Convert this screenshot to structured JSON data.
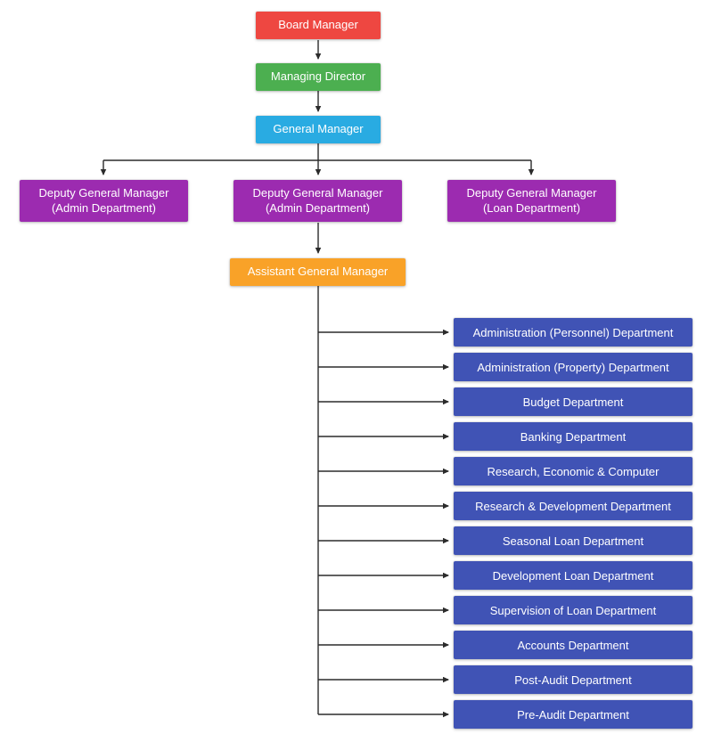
{
  "palette": {
    "board_manager": "#EE4741",
    "managing_director": "#4CAF50",
    "general_manager": "#29ABE2",
    "deputy_general_manager": "#9C2BB0",
    "assistant_general_manager": "#F9A228",
    "department": "#4053B5",
    "connector_line": "#2B2B2B",
    "node_text": "#FFFFFF"
  },
  "chain": [
    {
      "label": "Board Manager"
    },
    {
      "label": "Managing Director"
    },
    {
      "label": "General Manager"
    }
  ],
  "deputies": [
    {
      "title": "Deputy General Manager",
      "subtitle": "(Admin Department)"
    },
    {
      "title": "Deputy General Manager",
      "subtitle": "(Admin Department)"
    },
    {
      "title": "Deputy General Manager",
      "subtitle": "(Loan Department)"
    }
  ],
  "assistant": {
    "label": "Assistant General Manager"
  },
  "departments": [
    "Administration (Personnel) Department",
    "Administration (Property) Department",
    "Budget Department",
    "Banking Department",
    "Research, Economic & Computer",
    "Research & Development Department",
    "Seasonal Loan Department",
    "Development Loan Department",
    "Supervision of Loan Department",
    "Accounts Department",
    "Post-Audit Department",
    "Pre-Audit Department"
  ]
}
